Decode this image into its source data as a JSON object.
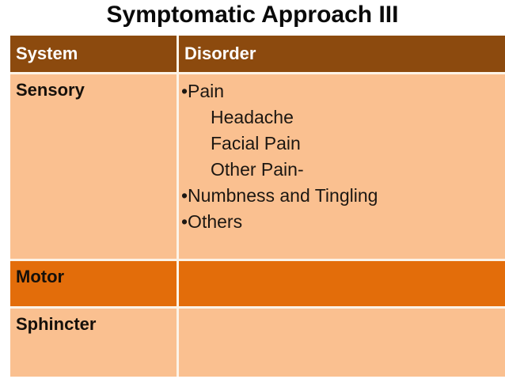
{
  "title": "Symptomatic Approach III",
  "colors": {
    "header_bg": "#8C4A0E",
    "header_text": "#FFFFFF",
    "row_light_bg": "#FAC090",
    "row_accent_bg": "#E36D0A",
    "body_text": "#1C1712",
    "divider": "#FCF3E7"
  },
  "table": {
    "columns": [
      "System",
      "Disorder"
    ],
    "rows": [
      {
        "system": "Sensory",
        "tone": "light",
        "disorder_lines": [
          {
            "text": "•Pain",
            "indent": false
          },
          {
            "text": "Headache",
            "indent": true
          },
          {
            "text": "Facial Pain",
            "indent": true
          },
          {
            "text": "Other Pain-",
            "indent": true
          },
          {
            "text": "•Numbness and Tingling",
            "indent": false
          },
          {
            "text": "•Others",
            "indent": false
          }
        ]
      },
      {
        "system": "Motor",
        "tone": "accent",
        "disorder_lines": []
      },
      {
        "system": "Sphincter",
        "tone": "light",
        "disorder_lines": []
      }
    ]
  }
}
